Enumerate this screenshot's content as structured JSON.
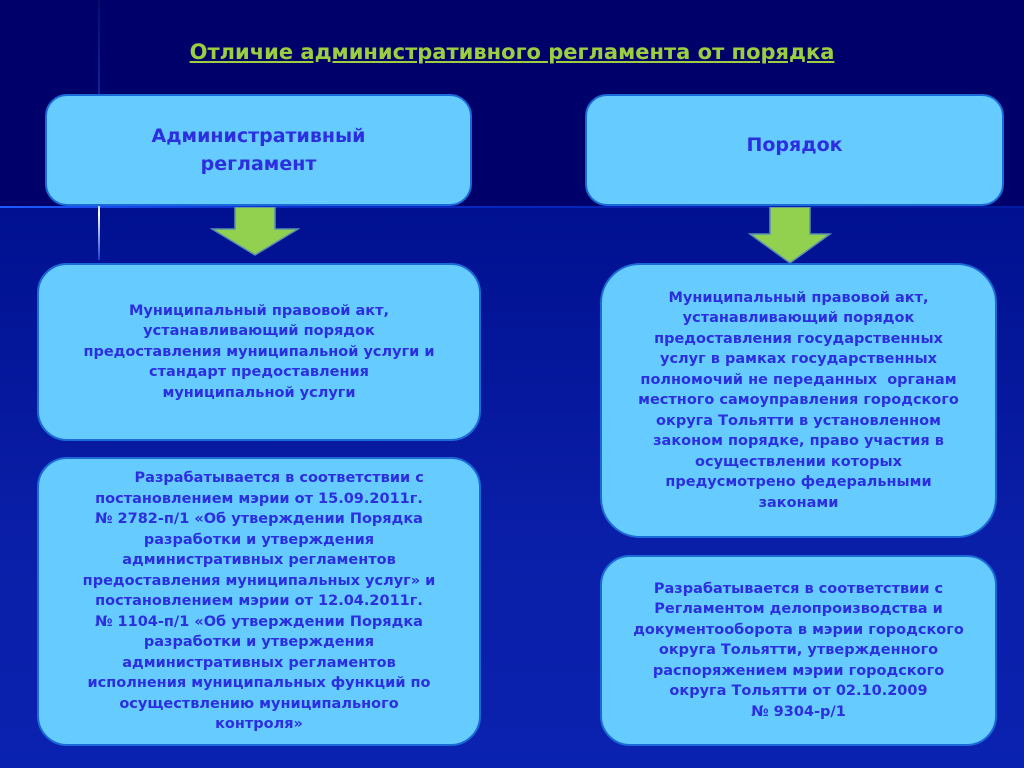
{
  "title": "Отличие административного регламента от порядка",
  "left": {
    "header": [
      "Административный",
      "регламент"
    ],
    "definition": [
      "Муниципальный правовой акт,",
      "устанавливающий порядок",
      "предоставления муниципальной услуги и",
      "стандарт предоставления",
      "муниципальной услуги"
    ],
    "basis": [
      "        Разрабатывается в соответствии с",
      "постановлением мэрии от 15.09.2011г.",
      "№ 2782-п/1 «Об утверждении Порядка",
      "разработки и утверждения",
      "административных регламентов",
      "предоставления муниципальных услуг» и",
      "постановлением мэрии от 12.04.2011г.",
      "№ 1104-п/1 «Об утверждении Порядка",
      "разработки и утверждения",
      "административных регламентов",
      "исполнения муниципальных функций по",
      "осуществлению муниципального",
      "контроля»"
    ]
  },
  "right": {
    "header": [
      "Порядок"
    ],
    "definition": [
      "Муниципальный правовой акт,",
      "устанавливающий порядок",
      "предоставления государственных",
      "услуг в рамках государственных",
      "полномочий не переданных  органам",
      "местного самоуправления городского",
      "округа Тольятти в установленном",
      "законом порядке, право участия в",
      "осуществлении которых",
      "предусмотрено федеральными",
      "законами"
    ],
    "basis": [
      "Разрабатывается в соответствии с",
      "Регламентом делопроизводства и",
      "документооборота в мэрии городского",
      "округа Тольятти, утвержденного",
      "распоряжением мэрии городского",
      "округа Тольятти от 02.10.2009",
      "№ 9304-р/1"
    ]
  },
  "colors": {
    "box_fill": "#66ccff",
    "text": "#2b2fe0",
    "title": "#9ad040",
    "arrow": "#92d050",
    "background": "#00006a"
  }
}
